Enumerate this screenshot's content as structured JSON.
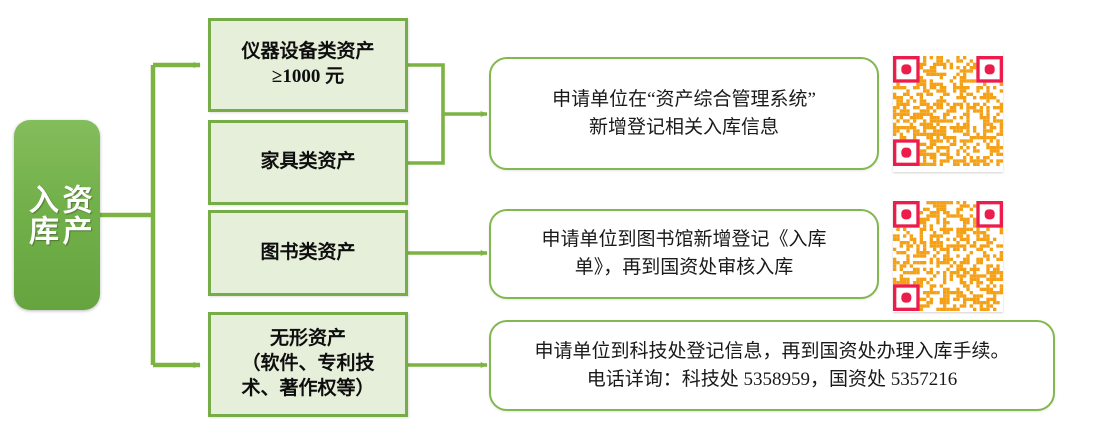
{
  "diagram": {
    "title": "资产入库流程图",
    "type": "flowchart",
    "orientation": "left-to-right",
    "colors": {
      "start_node_green": "#72b04a",
      "box_fill_light_green": "#e5efd9",
      "box_border_green": "#77ad49",
      "connector_green": "#7cb342",
      "action_box_border": "#82b84f",
      "qr_module_orange": "#f5a118",
      "qr_finder_pink": "#ec1c4c",
      "text_black": "#0e0e0e",
      "background": "#ffffff"
    }
  },
  "start_node": {
    "label": "资产\n入库",
    "label_chars": [
      "资",
      "产",
      "入",
      "库"
    ]
  },
  "categories": [
    {
      "id": "equipment",
      "text": "仪器设备类资产\n≥1000 元",
      "line1": "仪器设备类资产",
      "line2": "≥1000 元"
    },
    {
      "id": "furniture",
      "text": "家具类资产",
      "line1": "家具类资产",
      "line2": ""
    },
    {
      "id": "books",
      "text": "图书类资产",
      "line1": "图书类资产",
      "line2": ""
    },
    {
      "id": "intangible",
      "text": "无形资产\n（软件、专利技\n术、著作权等）",
      "line1": "无形资产",
      "line2": "（软件、专利技",
      "line3": "术、著作权等）"
    }
  ],
  "actions": [
    {
      "id": "action-asset-system",
      "text": "申请单位在“资产综合管理系统”\n新增登记相关入库信息",
      "line1": "申请单位在“资产综合管理系统”",
      "line2": "新增登记相关入库信息",
      "sources": [
        "equipment",
        "furniture"
      ]
    },
    {
      "id": "action-library",
      "text": "申请单位到图书馆新增登记《入库\n单》，再到国资处审核入库",
      "line1": "申请单位到图书馆新增登记《入库",
      "line2": "单》，再到国资处审核入库",
      "sources": [
        "books"
      ]
    },
    {
      "id": "action-tech-office",
      "text": "申请单位到科技处登记信息，再到国资处办理入库手续。\n电话详询：科技处 5358959，国资处 5357216",
      "line1": "申请单位到科技处登记信息，再到国资处办理入库手续。",
      "line2": "电话详询：科技处 5358959，国资处 5357216",
      "phones": [
        {
          "office": "科技处",
          "number": "5358959"
        },
        {
          "office": "国资处",
          "number": "5357216"
        }
      ],
      "sources": [
        "intangible"
      ]
    }
  ],
  "qr_codes": [
    {
      "id": "qr-asset-system",
      "for_action": "action-asset-system",
      "alt": "二维码"
    },
    {
      "id": "qr-library",
      "for_action": "action-library",
      "alt": "二维码"
    }
  ]
}
